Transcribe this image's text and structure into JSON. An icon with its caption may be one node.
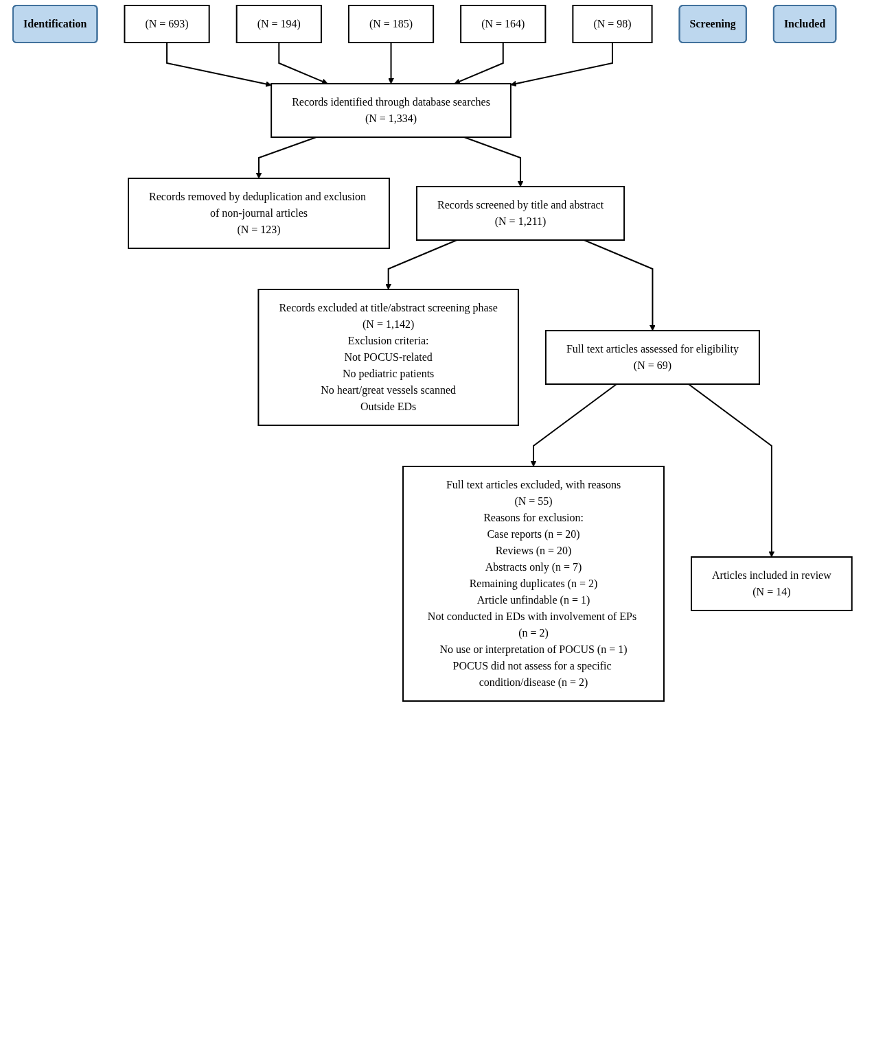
{
  "diagram": {
    "nodes": [
      {
        "text": [
          "Identification"
        ]
      },
      {
        "text": [
          "(N = 693)"
        ]
      },
      {
        "text": [
          "(N = 194)"
        ]
      },
      {
        "text": [
          "(N = 185)"
        ]
      },
      {
        "text": [
          "(N = 164)"
        ]
      },
      {
        "text": [
          "(N = 98)"
        ]
      },
      {
        "text": [
          "Records identified through database searches",
          "(N = 1,334)"
        ]
      },
      {
        "text": [
          "Records removed by deduplication and exclusion of non-journal articles",
          "(N = 123)"
        ]
      },
      {
        "text": [
          "Screening"
        ]
      },
      {
        "text": [
          "Records screened by title and abstract",
          "(N = 1,211)"
        ]
      },
      {
        "text": [
          "Records excluded at title/abstract screening phase",
          "(N = 1,142)",
          "Exclusion criteria:",
          "Not POCUS-related",
          "No pediatric patients",
          "No heart/great vessels scanned",
          "Outside EDs"
        ]
      },
      {
        "text": [
          "Full text articles assessed for eligibility",
          "(N = 69)"
        ]
      },
      {
        "text": [
          "Full text articles excluded, with reasons",
          "(N = 55)",
          "Reasons for exclusion:",
          "Case reports (n = 20)",
          "Reviews (n = 20)",
          "Abstracts only (n = 7)",
          "Remaining duplicates (n = 2)",
          "Article unfindable (n = 1)",
          "Not conducted in EDs with involvement of EPs (n = 2)",
          "No use or interpretation of POCUS (n = 1)",
          "POCUS did not assess for a specific condition/disease (n = 2)"
        ]
      },
      {
        "text": [
          "Included"
        ]
      },
      {
        "text": [
          "Articles included in review",
          "(N = 14)"
        ]
      }
    ],
    "edges": [
      {
        "from": 1,
        "to": 6,
        "arrow": "to"
      },
      {
        "from": 2,
        "to": 6,
        "arrow": "to"
      },
      {
        "from": 3,
        "to": 6,
        "arrow": "to"
      },
      {
        "from": 4,
        "to": 6,
        "arrow": "to"
      },
      {
        "from": 5,
        "to": 6,
        "arrow": "to"
      },
      {
        "from": 6,
        "to": 7,
        "arrow": "to"
      },
      {
        "from": 6,
        "to": 9,
        "arrow": "to"
      },
      {
        "from": 9,
        "to": 10,
        "arrow": "to"
      },
      {
        "from": 9,
        "to": 11,
        "arrow": "to"
      },
      {
        "from": 11,
        "to": 12,
        "arrow": "to"
      },
      {
        "from": 11,
        "to": 14,
        "arrow": "to"
      }
    ]
  }
}
